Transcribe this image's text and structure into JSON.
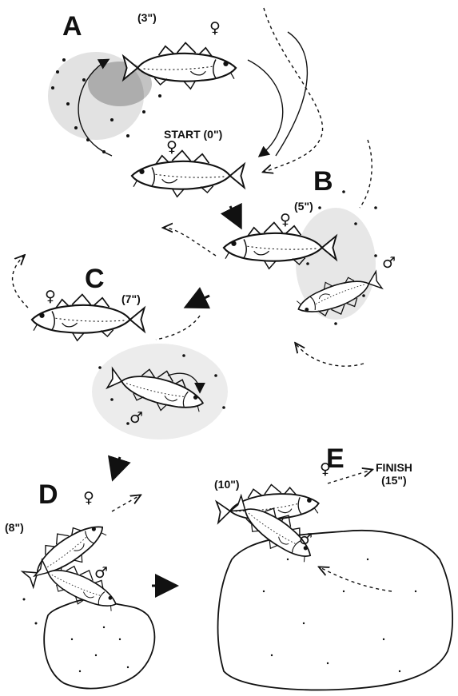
{
  "stages": {
    "a": {
      "letter": "A",
      "time": "(3\")",
      "female": "♀"
    },
    "start": {
      "label": "START (0\")",
      "female": "♀"
    },
    "b": {
      "letter": "B",
      "time": "(5\")",
      "female": "♀",
      "male": "♂"
    },
    "c": {
      "letter": "C",
      "time": "(7\")",
      "female": "♀",
      "male": "♂"
    },
    "d": {
      "letter": "D",
      "time": "(8\")",
      "female": "♀",
      "male": "♂"
    },
    "e": {
      "letter": "E",
      "time": "(10\")",
      "female": "♀",
      "male": "♂"
    },
    "finish": {
      "label": "FINISH",
      "time": "(15\")"
    }
  },
  "colors": {
    "ink": "#111111",
    "paper": "#ffffff"
  }
}
